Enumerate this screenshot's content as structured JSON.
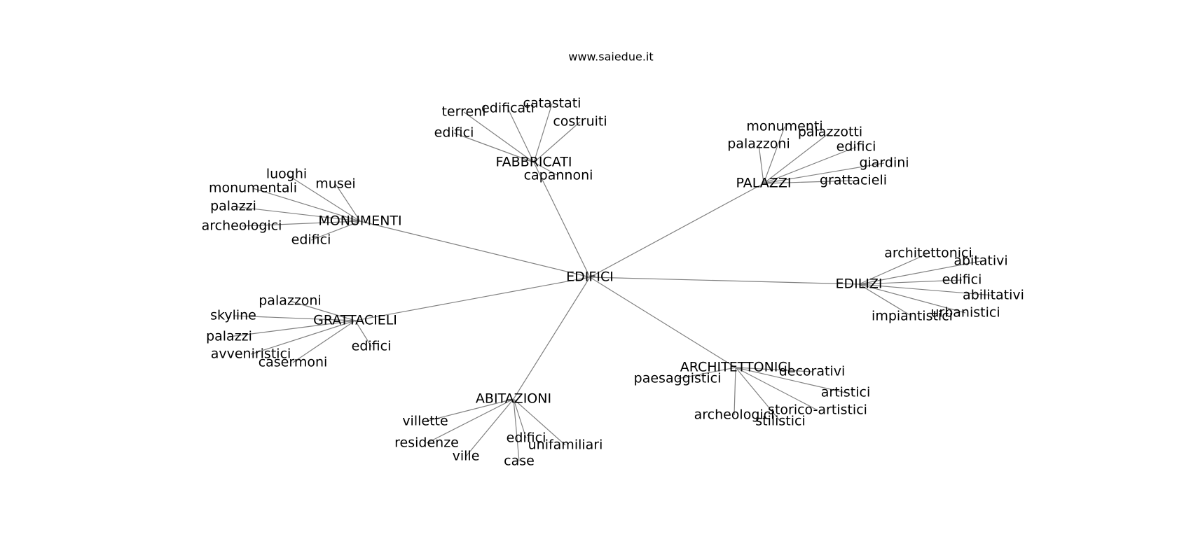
{
  "header": {
    "site": "www.saiedue.it"
  },
  "graph": {
    "root": {
      "label": "EDIFICI"
    },
    "hubs": [
      {
        "id": "fabbricati",
        "label": "FABBRICATI",
        "leaves": [
          "terreni",
          "edificati",
          "catastati",
          "costruiti",
          "edifici",
          "capannoni"
        ]
      },
      {
        "id": "palazzi",
        "label": "PALAZZI",
        "leaves": [
          "monumenti",
          "palazzotti",
          "palazzoni",
          "edifici",
          "giardini",
          "grattacieli"
        ]
      },
      {
        "id": "monumenti",
        "label": "MONUMENTI",
        "leaves": [
          "luoghi",
          "musei",
          "monumentali",
          "palazzi",
          "archeologici",
          "edifici"
        ]
      },
      {
        "id": "edilizi",
        "label": "EDILIZI",
        "leaves": [
          "architettonici",
          "abitativi",
          "edifici",
          "abilitativi",
          "impiantistici",
          "urbanistici"
        ]
      },
      {
        "id": "grattacieli",
        "label": "GRATTACIELI",
        "leaves": [
          "palazzoni",
          "skyline",
          "palazzi",
          "avveniristici",
          "casermoni",
          "edifici"
        ]
      },
      {
        "id": "architettonici",
        "label": "ARCHITETTONICI",
        "leaves": [
          "paesaggistici",
          "decorativi",
          "artistici",
          "storico-artistici",
          "archeologici",
          "stilistici"
        ]
      },
      {
        "id": "abitazioni",
        "label": "ABITAZIONI",
        "leaves": [
          "villette",
          "residenze",
          "ville",
          "edifici",
          "case",
          "unifamiliari"
        ]
      }
    ]
  }
}
